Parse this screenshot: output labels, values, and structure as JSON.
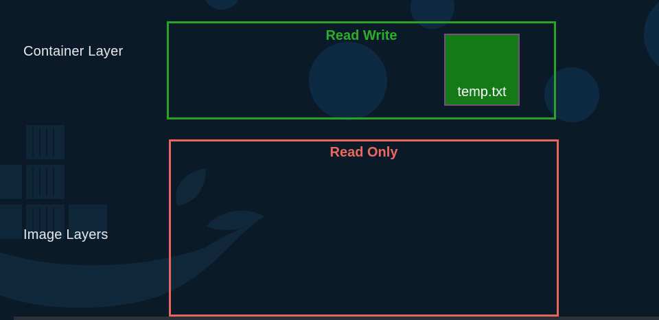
{
  "layers": {
    "container_label": "Container Layer",
    "image_label": "Image Layers"
  },
  "read_write": {
    "title": "Read Write",
    "file_name": "temp.txt",
    "color": "#27a326"
  },
  "read_only": {
    "title": "Read Only",
    "color": "#e9655d"
  },
  "colors": {
    "background": "#0b1a28",
    "file_fill": "#137a17"
  }
}
